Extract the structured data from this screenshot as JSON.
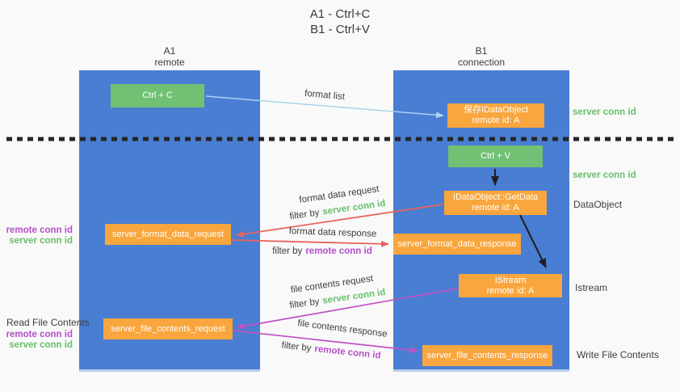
{
  "title": {
    "line1": "A1 - Ctrl+C",
    "line2": "B1 - Ctrl+V"
  },
  "lanes": {
    "left": {
      "title": "A1",
      "subtitle": "remote"
    },
    "right": {
      "title": "B1",
      "subtitle": "connection"
    }
  },
  "nodes": {
    "ctrl_c": {
      "label": "Ctrl + C"
    },
    "ctrl_v": {
      "label": "Ctrl + V"
    },
    "save_dataobject": {
      "line1": "保存IDataObject",
      "line2": "remote id: A"
    },
    "getdata": {
      "line1": "IDataObject::GetData",
      "line2": "remote id: A"
    },
    "istream": {
      "line1": "IStream",
      "line2": "remote id: A"
    },
    "server_format_data_request": {
      "label": "server_format_data_request"
    },
    "server_format_data_response": {
      "label": "server_format_data_response"
    },
    "server_file_contents_request": {
      "label": "server_file_contents_request"
    },
    "server_file_contents_response": {
      "label": "server_file_contents_response"
    }
  },
  "edge_labels": {
    "format_list": "format list",
    "format_data_request": "format data request",
    "format_data_response": "format data response",
    "file_contents_request": "file contents request",
    "file_contents_response": "file contents response",
    "filter_by": "filter by",
    "server_conn_id": "server conn id",
    "remote_conn_id": "remote conn id"
  },
  "side_labels": {
    "server_conn_id_right_top": "server conn id",
    "server_conn_id_right_mid": "server conn id",
    "dataobject": "DataObject",
    "istream": "Istream",
    "write_file_contents": "Write File Contents",
    "read_file_contents": "Read File Contents",
    "remote_conn_id": "remote conn id",
    "server_conn_id": "server conn id"
  },
  "colors": {
    "lane_blue": "#4a7ed2",
    "node_orange": "#f8a63d",
    "node_green": "#71c174",
    "green_text": "#67bf6b",
    "purple_text": "#b44fc8",
    "red_arrow": "#e8635c",
    "magenta_arrow": "#c052c6",
    "light_blue_arrow": "#a8d3f0",
    "black_arrow": "#1f1f1f"
  }
}
